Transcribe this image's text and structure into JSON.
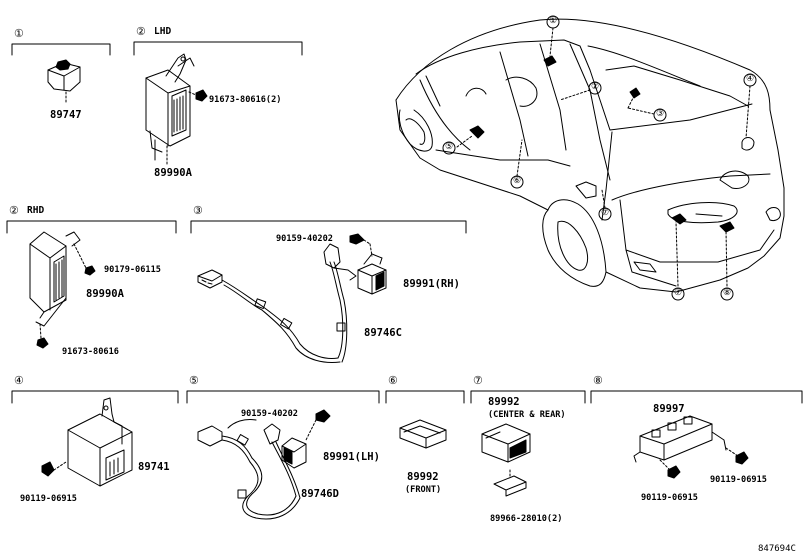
{
  "circled": {
    "n1": "①",
    "n2": "②",
    "n3": "③",
    "n4": "④",
    "n5": "⑤",
    "n6": "⑥",
    "n7": "⑦",
    "n8": "⑧"
  },
  "sections": {
    "s1": {
      "num": "①",
      "sub": ""
    },
    "s2_lhd": {
      "num": "②",
      "sub": "LHD"
    },
    "s2_rhd": {
      "num": "②",
      "sub": "RHD"
    },
    "s3": {
      "num": "③",
      "sub": ""
    },
    "s4": {
      "num": "④",
      "sub": ""
    },
    "s5": {
      "num": "⑤",
      "sub": ""
    },
    "s6": {
      "num": "⑥",
      "sub": ""
    },
    "s7": {
      "num": "⑦",
      "sub": ""
    },
    "s8": {
      "num": "⑧",
      "sub": ""
    }
  },
  "parts": {
    "p89747": "89747",
    "p89990A_lhd": "89990A",
    "p91673_80616_2": "91673-80616(2)",
    "p89990A_rhd": "89990A",
    "p90179_06115": "90179-06115",
    "p91673_80616": "91673-80616",
    "p90159_40202_a": "90159-40202",
    "p89991_rh": "89991(RH)",
    "p89746C": "89746C",
    "p89741": "89741",
    "p90119_06915_a": "90119-06915",
    "p90159_40202_b": "90159-40202",
    "p89991_lh": "89991(LH)",
    "p89746D": "89746D",
    "p89992_front": "89992",
    "p89992_front_note": "(FRONT)",
    "p89992_cr": "89992",
    "p89992_cr_note": "(CENTER & REAR)",
    "p89966_28010_2": "89966-28010(2)",
    "p89997": "89997",
    "p90119_06915_b": "90119-06915",
    "p90119_06915_c": "90119-06915"
  },
  "diagram_code": "847694C"
}
